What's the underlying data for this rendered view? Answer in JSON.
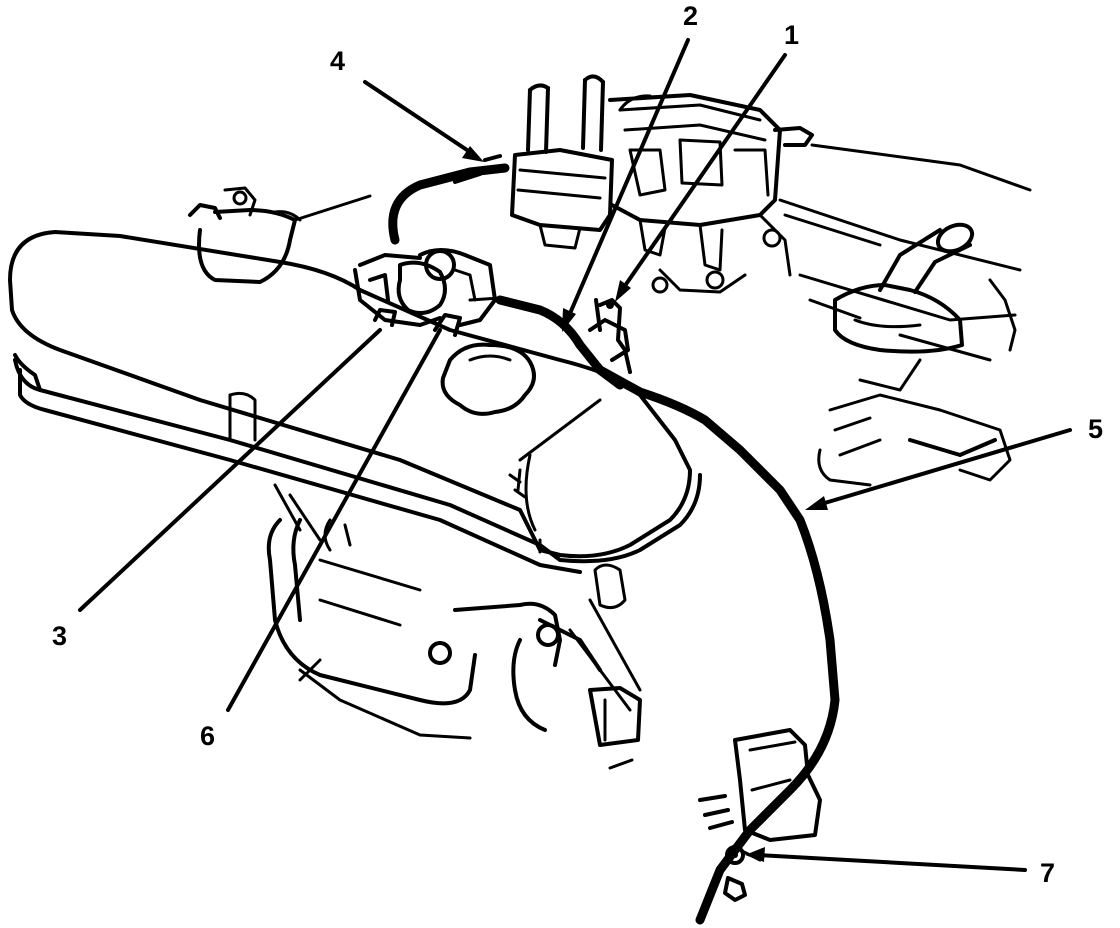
{
  "diagram": {
    "callouts": [
      {
        "id": "c1",
        "label": "1"
      },
      {
        "id": "c2",
        "label": "2"
      },
      {
        "id": "c3",
        "label": "3"
      },
      {
        "id": "c4",
        "label": "4"
      },
      {
        "id": "c5",
        "label": "5"
      },
      {
        "id": "c6",
        "label": "6"
      },
      {
        "id": "c7",
        "label": "7"
      }
    ],
    "colors": {
      "ink": "#000000",
      "paper": "#ffffff"
    }
  }
}
